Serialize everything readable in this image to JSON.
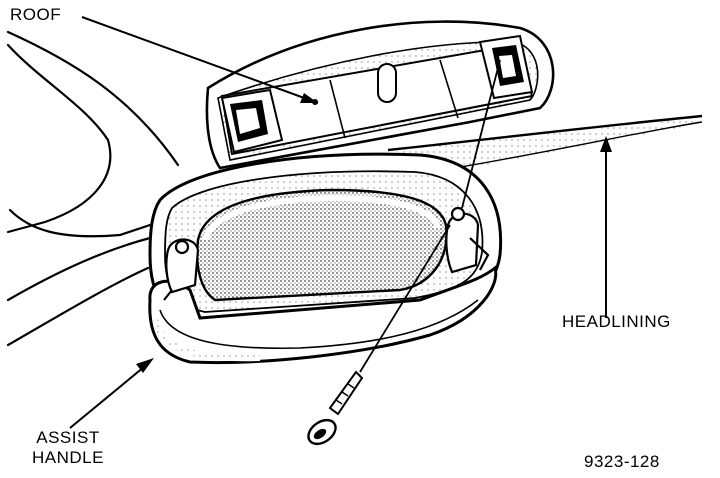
{
  "labels": {
    "roof": "ROOF",
    "headlining": "HEADLINING",
    "assist_handle_line1": "ASSIST",
    "assist_handle_line2": "HANDLE",
    "figure_number": "9323-128"
  },
  "colors": {
    "ink": "#000000",
    "paper": "#ffffff",
    "shade": "#9a9a9a"
  }
}
